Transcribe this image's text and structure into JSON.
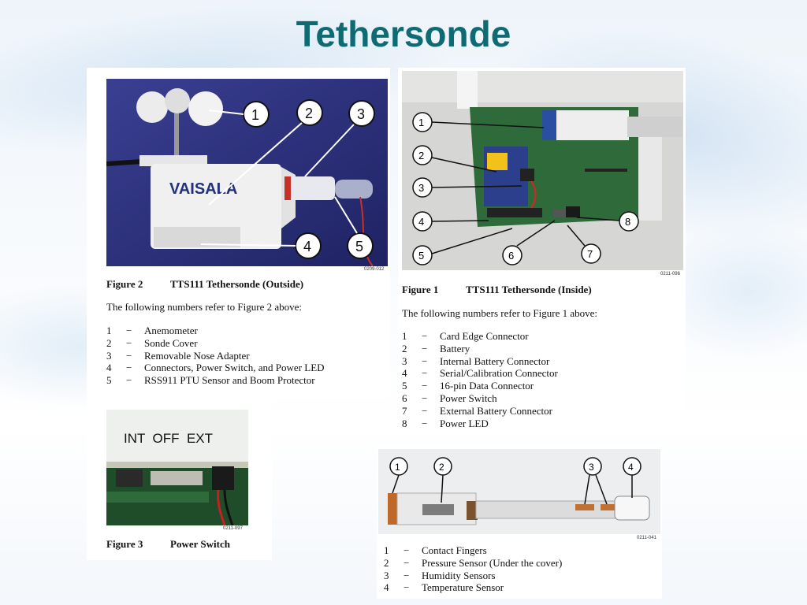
{
  "title": "Tethersonde",
  "brand_logo": "VAISALA",
  "switch_labels": "INT  OFF  EXT",
  "callout_numbers": [
    "1",
    "2",
    "3",
    "4",
    "5",
    "6",
    "7",
    "8"
  ],
  "fig2": {
    "image_code": "0209-012",
    "caption_num": "Figure 2",
    "caption_text": "TTS111 Tethersonde (Outside)",
    "intro": "The following numbers refer to Figure 2 above:",
    "items": [
      {
        "n": "1",
        "d": "−",
        "t": "Anemometer"
      },
      {
        "n": "2",
        "d": "−",
        "t": "Sonde Cover"
      },
      {
        "n": "3",
        "d": "−",
        "t": "Removable Nose Adapter"
      },
      {
        "n": "4",
        "d": "−",
        "t": "Connectors, Power Switch, and Power LED"
      },
      {
        "n": "5",
        "d": "−",
        "t": "RSS911 PTU Sensor and Boom Protector"
      }
    ]
  },
  "fig1": {
    "image_code": "0211-096",
    "caption_num": "Figure 1",
    "caption_text": "TTS111 Tethersonde (Inside)",
    "intro": "The following numbers refer to Figure 1 above:",
    "items": [
      {
        "n": "1",
        "d": "−",
        "t": "Card Edge Connector"
      },
      {
        "n": "2",
        "d": "−",
        "t": "Battery"
      },
      {
        "n": "3",
        "d": "−",
        "t": "Internal Battery Connector"
      },
      {
        "n": "4",
        "d": "−",
        "t": "Serial/Calibration Connector"
      },
      {
        "n": "5",
        "d": "−",
        "t": "16-pin Data Connector"
      },
      {
        "n": "6",
        "d": "−",
        "t": "Power Switch"
      },
      {
        "n": "7",
        "d": "−",
        "t": "External Battery Connector"
      },
      {
        "n": "8",
        "d": "−",
        "t": "Power LED"
      }
    ]
  },
  "fig3": {
    "image_code": "0211-097",
    "caption_num": "Figure 3",
    "caption_text": "Power Switch"
  },
  "fig4": {
    "image_code": "0211-041",
    "items": [
      {
        "n": "1",
        "d": "−",
        "t": "Contact Fingers"
      },
      {
        "n": "2",
        "d": "−",
        "t": "Pressure Sensor (Under the cover)"
      },
      {
        "n": "3",
        "d": "−",
        "t": "Humidity Sensors"
      },
      {
        "n": "4",
        "d": "−",
        "t": "Temperature Sensor"
      }
    ]
  }
}
